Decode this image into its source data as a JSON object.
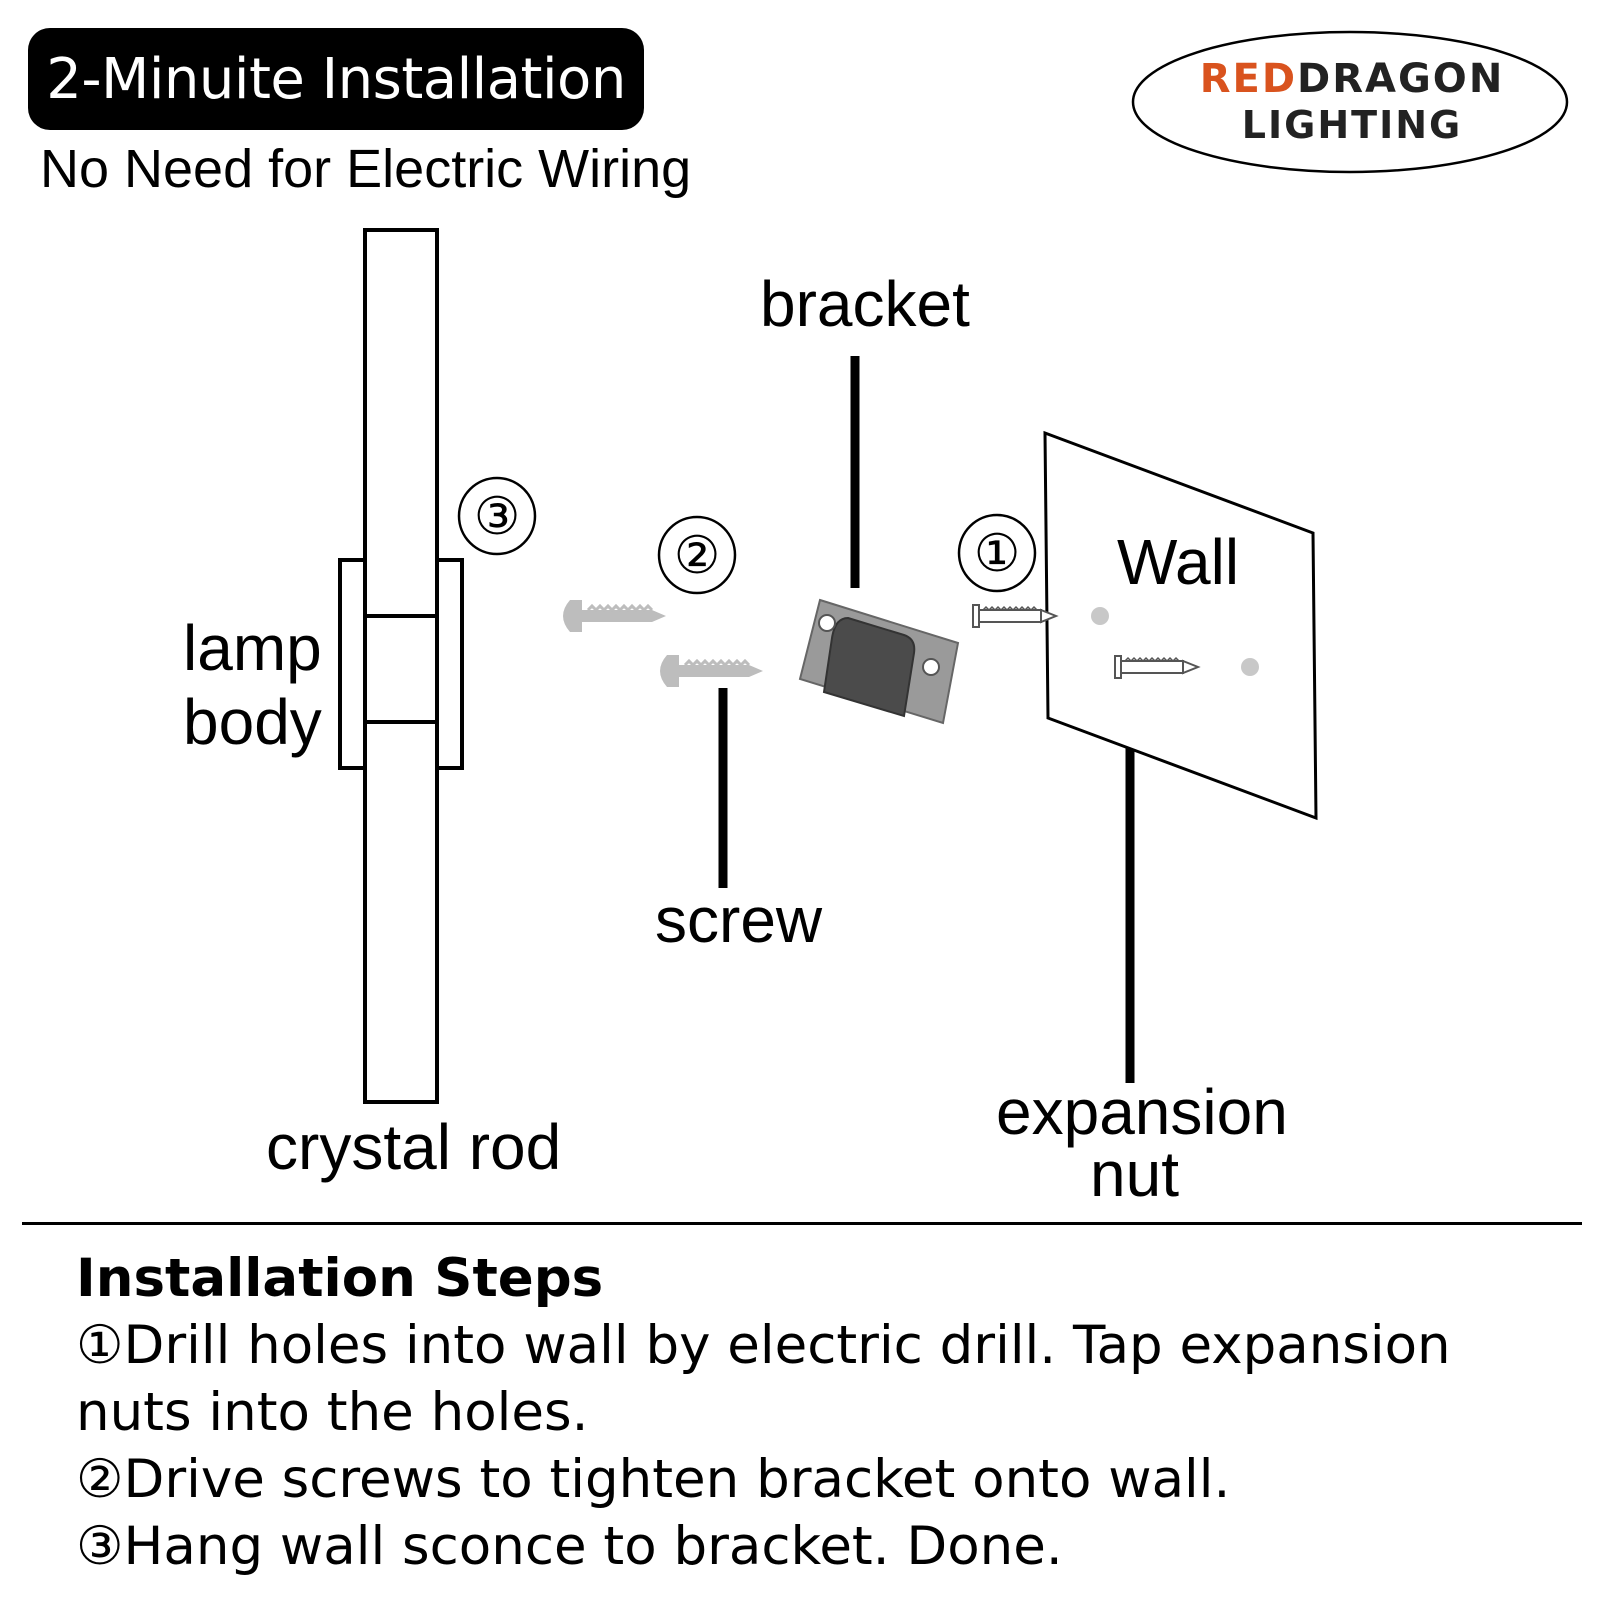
{
  "header": {
    "title": "2-Minuite Installation",
    "subtitle": "No Need for Electric Wiring"
  },
  "logo": {
    "brand_red": "RED",
    "brand_dark": "DRAGON",
    "brand_line2": "LIGHTING",
    "accent_color": "#d9531e"
  },
  "diagram": {
    "labels": {
      "bracket": "bracket",
      "wall": "Wall",
      "lamp_body_1": "lamp",
      "lamp_body_2": "body",
      "screw": "screw",
      "crystal_rod": "crystal rod",
      "expansion_nut_1": "expansion",
      "expansion_nut_2": "nut"
    },
    "markers": {
      "step1": "①",
      "step2": "②",
      "step3": "③"
    }
  },
  "steps": {
    "heading": "Installation Steps",
    "items": [
      {
        "num": "①",
        "text": "Drill holes into wall by electric drill. Tap expansion nuts into the holes."
      },
      {
        "num": "②",
        "text": "Drive screws to tighten bracket onto wall."
      },
      {
        "num": "③",
        "text": "Hang wall sconce to bracket. Done."
      }
    ]
  }
}
